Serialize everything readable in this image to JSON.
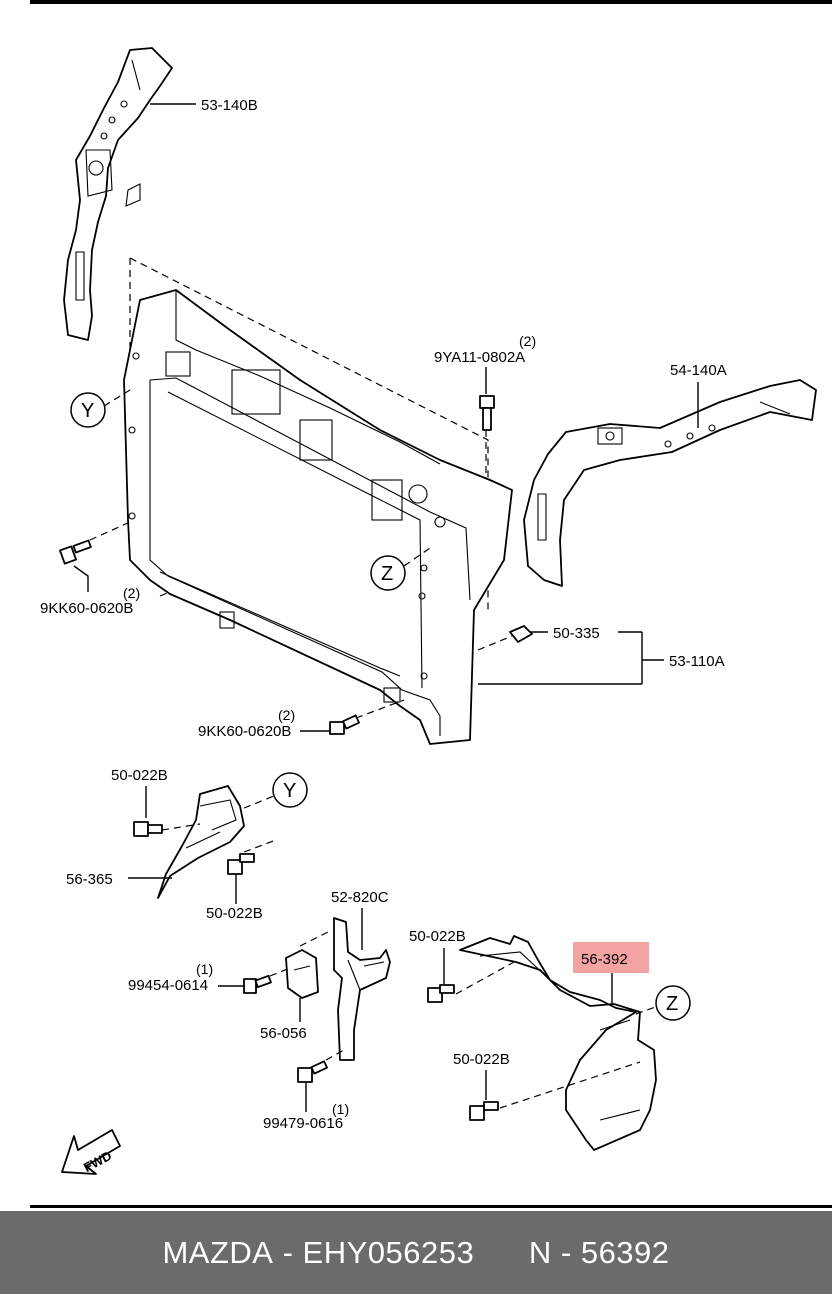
{
  "diagram": {
    "labels": {
      "upper_left_bracket": "53-140B",
      "upper_bolt": "9YA11-0802A",
      "upper_bolt_qty": "(2)",
      "right_bracket": "54-140A",
      "left_bolt": "9KK60-0620B",
      "left_bolt_qty": "(2)",
      "bottom_bolt": "9KK60-0620B",
      "bottom_bolt_qty": "(2)",
      "clip": "50-335",
      "radiator_support": "53-110A",
      "clip_upper_left": "50-022B",
      "clip_lower_left": "50-022B",
      "left_deflector": "56-365",
      "center_bracket": "52-820C",
      "screw_a": "99454-0614",
      "screw_a_qty": "(1)",
      "small_bracket": "56-056",
      "screw_b": "99479-0616",
      "screw_b_qty": "(1)",
      "clip_right_upper": "50-022B",
      "clip_right_lower": "50-022B",
      "highlighted_part": "56-392"
    },
    "callouts": {
      "y_main": "Y",
      "z_main": "Z",
      "y_detail": "Y",
      "z_detail": "Z"
    },
    "fwd_label": "FWD",
    "highlight_color": "#f4a3a3"
  },
  "footer": {
    "brand": "MAZDA",
    "sep1": " - ",
    "part_number": "EHY056253",
    "gap": "      ",
    "n_prefix": "N - ",
    "n_number": "56392"
  }
}
